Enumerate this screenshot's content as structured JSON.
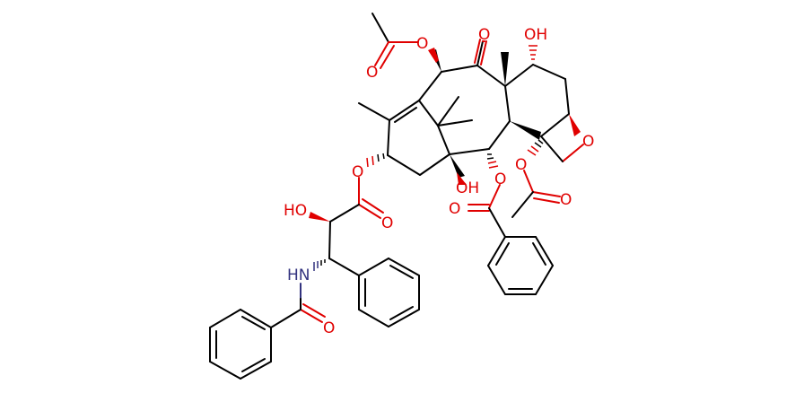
{
  "diagram": {
    "type": "chemical-structure",
    "compound": "paclitaxel",
    "colors": {
      "bond": "#000000",
      "oxygen": "#e00000",
      "nitrogen": "#33337f",
      "background": "#ffffff"
    },
    "labels": {
      "o_acetyl10_carbonyl": "O",
      "o_acetyl10_ester": "O",
      "o_ketone9": "O",
      "oh7": "OH",
      "o_oxetane": "O",
      "o_acetyl4_ester": "O",
      "o_acetyl4_carbonyl": "O",
      "oh1": "OH",
      "o_benzoate_ester": "O",
      "o_benzoate_carbonyl": "O",
      "o_sidechain_ester": "O",
      "o_sidechain_carbonyl": "O",
      "ho_sidechain": "HO",
      "hn_amide": "HN",
      "o_amide": "O"
    }
  }
}
